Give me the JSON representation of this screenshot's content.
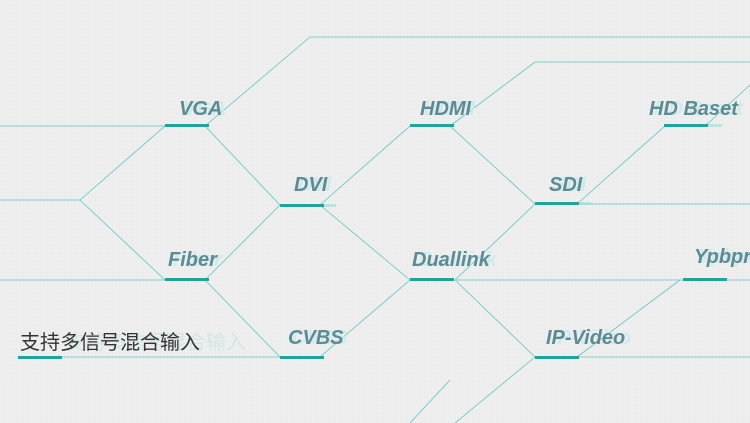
{
  "nodes": {
    "vga": "VGA",
    "hdmi": "HDMI",
    "hd_baseset": "HD Baset",
    "dvi": "DVI",
    "sdi": "SDI",
    "fiber": "Fiber",
    "duallink": "Duallink",
    "ypbpr": "Ypbpr",
    "cvbs": "CVBS",
    "ip_video": "IP-Video"
  },
  "caption": "支持多信号混合输入",
  "colors": {
    "background": "#eeeeee",
    "line": "#5fc4c4",
    "accent_bar": "#1fa39d",
    "label": "#5e8a94",
    "caption": "#333333"
  }
}
